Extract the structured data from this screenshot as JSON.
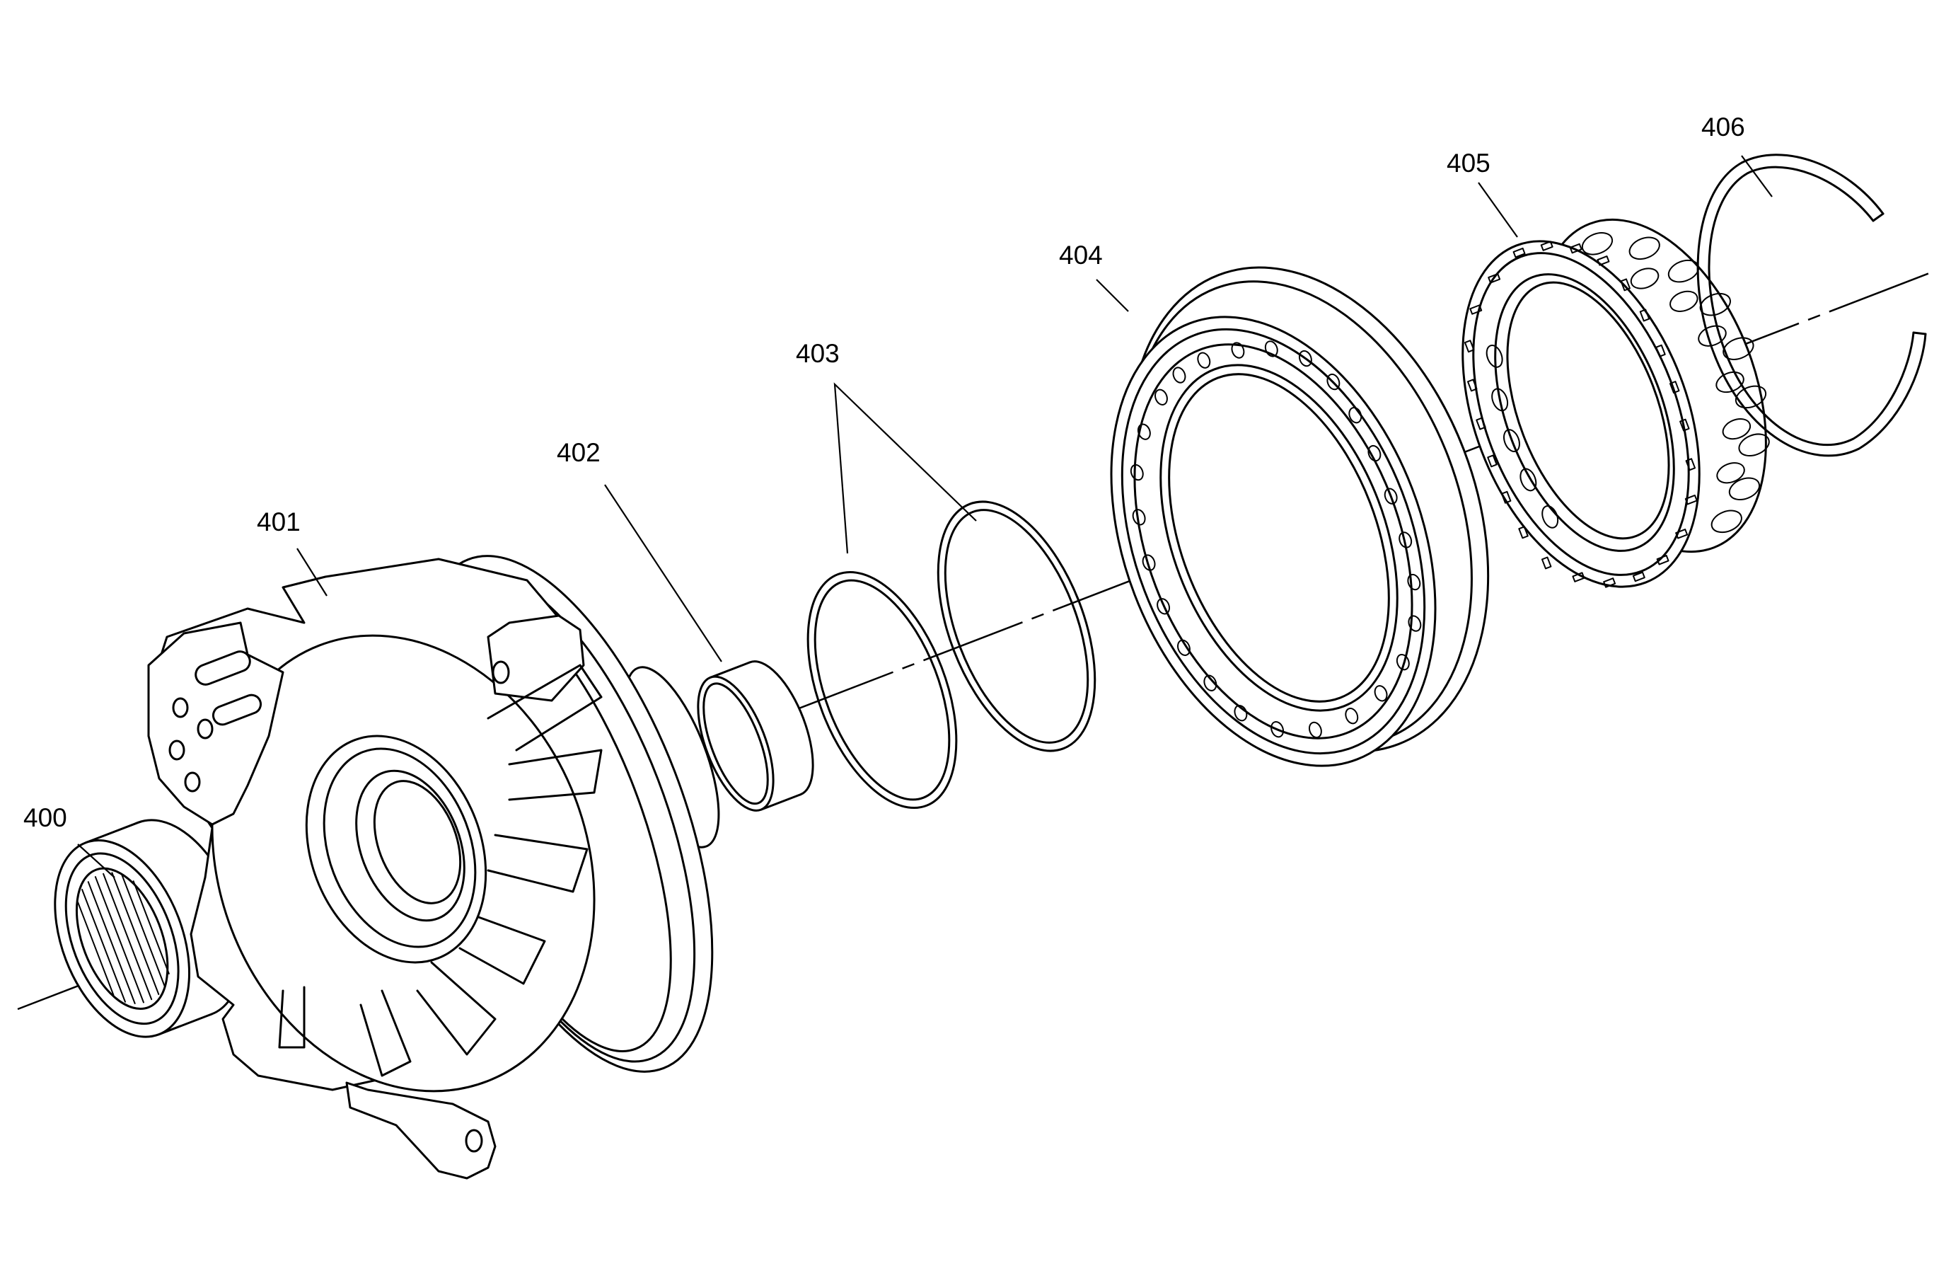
{
  "figure": {
    "callouts": [
      "400",
      "401",
      "402",
      "403",
      "404",
      "405",
      "406"
    ]
  }
}
